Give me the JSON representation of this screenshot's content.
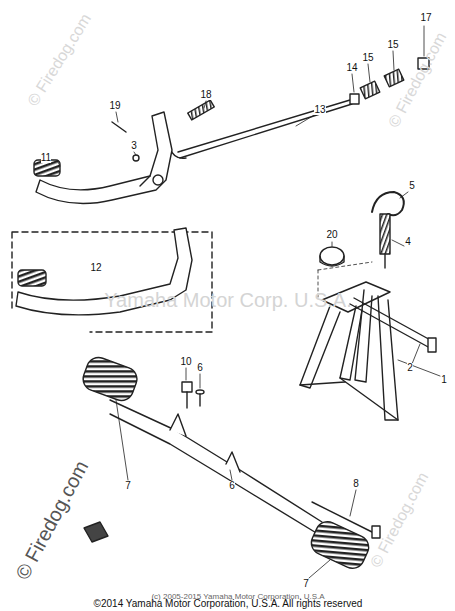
{
  "diagram": {
    "labels": [
      "17",
      "14",
      "15",
      "15",
      "13",
      "18",
      "19",
      "3",
      "11",
      "5",
      "20",
      "4",
      "12",
      "1",
      "2",
      "10",
      "6",
      "7",
      "6",
      "8",
      "7",
      "© Firedog.com",
      "© Firedog.com",
      "Yamaha Motor Corp. U.S.A.",
      "© Firedog.com",
      "© Firedog.com",
      "(c) 2005-2015 Yamaha Motor Corporation, U.S.A",
      "©2014 Yamaha Motor Corporation, U.S.A. All rights reserved"
    ]
  }
}
